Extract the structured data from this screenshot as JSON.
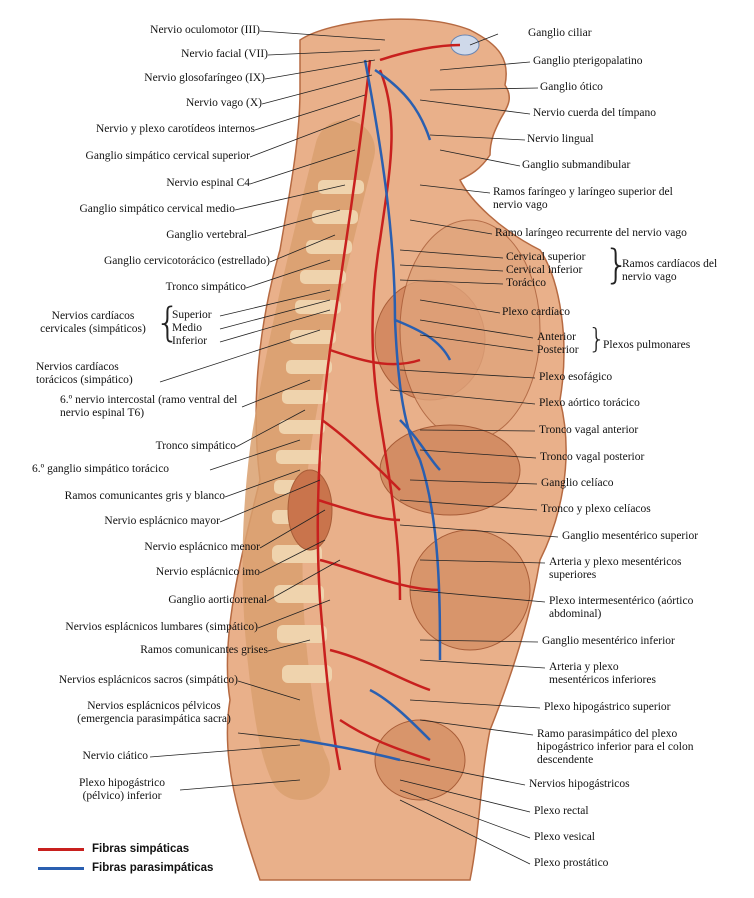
{
  "colors": {
    "sympathetic": "#c8201e",
    "parasympathetic": "#2a5fb0",
    "skin": "#e9b08a",
    "skin_dark": "#c98358",
    "bone": "#e8c9a0",
    "organ": "#d48a62"
  },
  "labels_left": [
    "Nervio oculomotor (III)",
    "Nervio facial (VII)",
    "Nervio glosofaríngeo (IX)",
    "Nervio vago (X)",
    "Nervio y plexo carotídeos internos",
    "Ganglio simpático cervical superior",
    "Nervio espinal C4",
    "Ganglio simpático cervical medio",
    "Ganglio vertebral",
    "Ganglio cervicotorácico (estrellado)",
    "Tronco simpático",
    "Tronco simpático",
    "Ramos comunicantes gris y blanco",
    "Nervio esplácnico mayor",
    "Nervio esplácnico menor",
    "Nervio esplácnico imo",
    "Ganglio aorticorrenal",
    "Nervios esplácnicos lumbares (simpático)",
    "Ramos comunicantes grises",
    "Nervios esplácnicos sacros (simpático)",
    "Nervio ciático"
  ],
  "cardiac_cervical": {
    "title": "Nervios cardíacos cervicales (simpáticos)",
    "items": [
      "Superior",
      "Medio",
      "Inferior"
    ]
  },
  "cardiac_thoracic": "Nervios cardíacos torácicos (simpático)",
  "intercostal": "6.º nervio intercostal (ramo ventral del nervio espinal T6)",
  "ganglion_t6": "6.º ganglio simpático torácico",
  "pelvic_splanchnic": "Nervios esplácnicos pélvicos (emergencia parasimpática sacra)",
  "inferior_hypogastric": "Plexo hipogástrico (pélvico) inferior",
  "labels_right": [
    "Ganglio ciliar",
    "Ganglio pterigopalatino",
    "Ganglio ótico",
    "Nervio cuerda del tímpano",
    "Nervio lingual",
    "Ganglio submandibular",
    "Ramos faríngeo y laríngeo superior del nervio vago",
    "Ramo laríngeo recurrente del nervio vago",
    "Plexo cardíaco",
    "Plexo esofágico",
    "Plexo aórtico torácico",
    "Tronco vagal anterior",
    "Tronco vagal posterior",
    "Ganglio celíaco",
    "Tronco y plexo celíacos",
    "Ganglio mesentérico superior",
    "Arteria y plexo mesentéricos superiores",
    "Plexo intermesentérico (aórtico abdominal)",
    "Ganglio mesentérico inferior",
    "Arteria y plexo mesentéricos inferiores",
    "Plexo hipogástrico superior",
    "Ramo parasimpático del plexo hipogástrico inferior para el colon descendente",
    "Nervios hipogástricos",
    "Plexo rectal",
    "Plexo vesical",
    "Plexo prostático"
  ],
  "vagal_cardiac": {
    "items": [
      "Cervical superior",
      "Cervical inferior",
      "Torácico"
    ],
    "title": "Ramos cardíacos del nervio vago"
  },
  "pulmonary": {
    "items": [
      "Anterior",
      "Posterior"
    ],
    "title": "Plexos pulmonares"
  },
  "legend": [
    {
      "label": "Fibras simpáticas",
      "color": "#c8201e"
    },
    {
      "label": "Fibras parasimpáticas",
      "color": "#2a5fb0"
    }
  ]
}
